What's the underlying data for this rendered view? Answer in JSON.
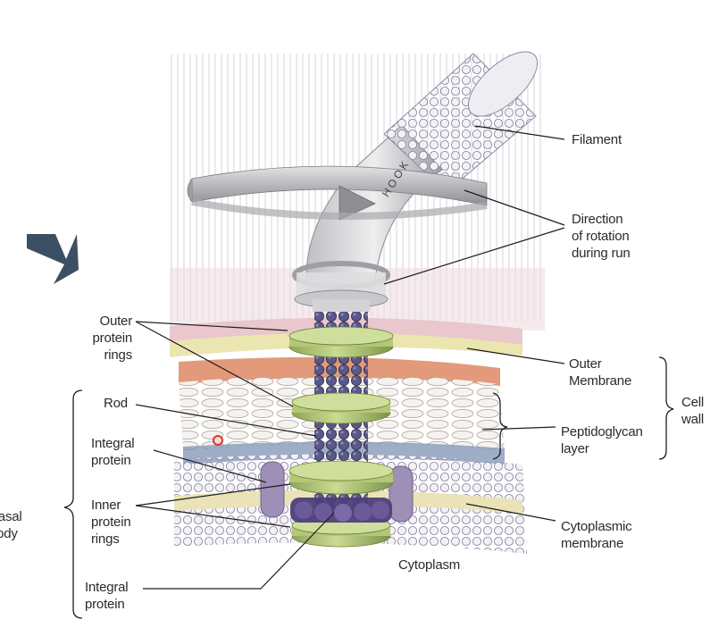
{
  "labels": {
    "filament": "Filament",
    "direction": "Direction\nof rotation\nduring run",
    "outer_protein_rings": "Outer\nprotein\nrings",
    "outer_membrane": "Outer\nMembrane",
    "cell_wall": "Cell\nwall",
    "rod": "Rod",
    "peptidoglycan": "Peptidoglycan\nlayer",
    "integral_protein_top": "Integral\nprotein",
    "basal_body": "Basal\nbody",
    "inner_protein_rings": "Inner\nprotein\nrings",
    "cytoplasmic_membrane": "Cytoplasmic\nmembrane",
    "cytoplasm": "Cytoplasm",
    "integral_protein_bottom": "Integral\nprotein",
    "hook_letters": "HOOK"
  },
  "colors": {
    "background": "#ffffff",
    "outer_membrane": "#e4c7c9",
    "peptidoglycan": "#e8a07f",
    "inner_membrane": "#e9e2b3",
    "rod": "#4c4a73",
    "ring": "#b9cb7d",
    "filament": "#d9d8e0",
    "integral_protein": "#9b8fb3",
    "arrow": "#3d4f63",
    "text": "#2a2a2a"
  },
  "icons": [
    "rotation-arrow-icon",
    "pointer-arrow-icon"
  ]
}
